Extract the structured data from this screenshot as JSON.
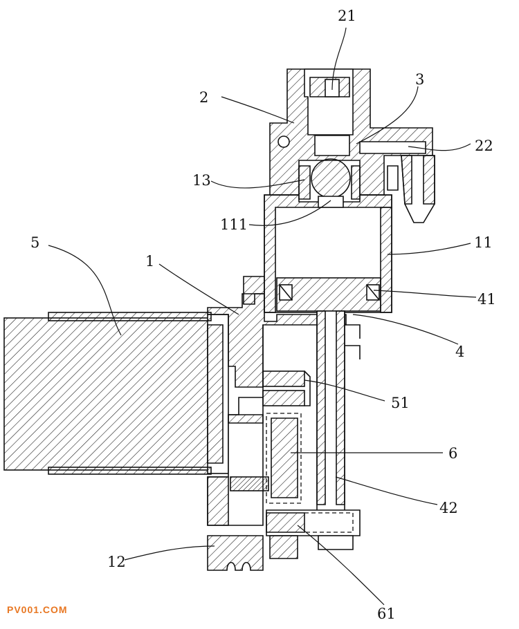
{
  "labels": {
    "l21": "21",
    "l2": "2",
    "l3": "3",
    "l22": "22",
    "l13": "13",
    "l111": "111",
    "l5": "5",
    "l1": "1",
    "l11": "11",
    "l41": "41",
    "l4": "4",
    "l51": "51",
    "l6": "6",
    "l42": "42",
    "l12": "12",
    "l61": "61"
  },
  "watermark": "PV001.COM",
  "colors": {
    "line": "#111111",
    "watermark": "#e87722",
    "background": "#ffffff"
  }
}
